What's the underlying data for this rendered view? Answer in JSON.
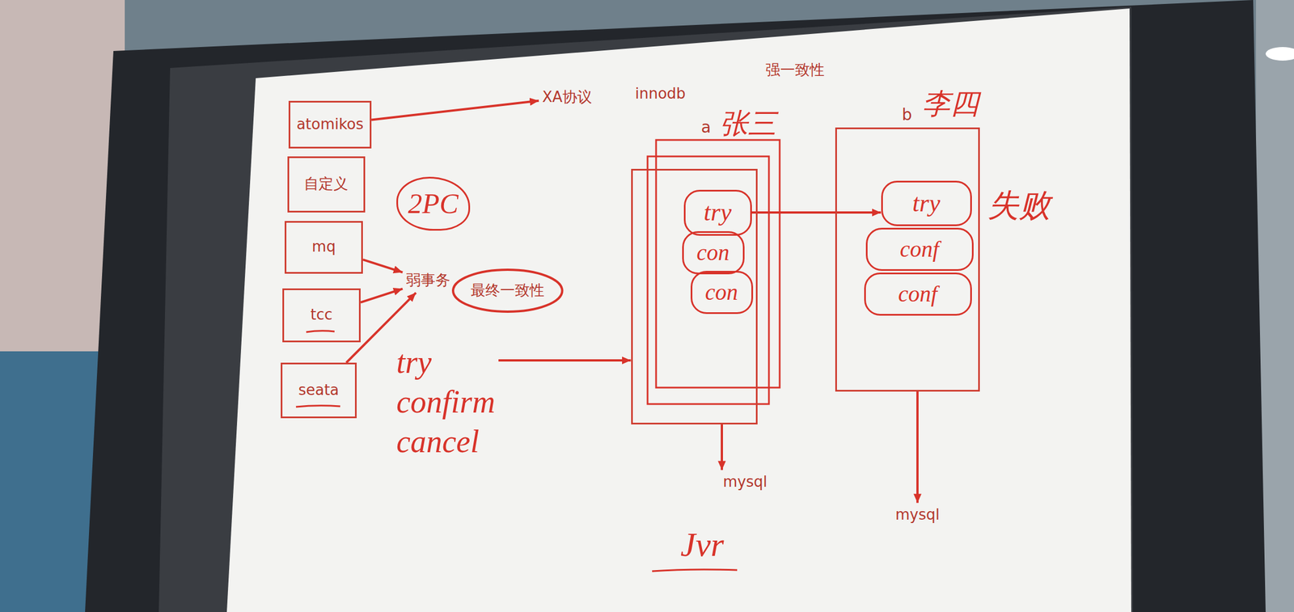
{
  "diagram": {
    "nodes": [
      {
        "text": [
          "atomikos"
        ]
      },
      {
        "text": [
          "XA协议"
        ]
      },
      {
        "text": [
          "自定义"
        ]
      },
      {
        "text": [
          "2PC"
        ]
      },
      {
        "text": [
          "mq"
        ]
      },
      {
        "text": [
          "弱事务"
        ]
      },
      {
        "text": [
          "最终一致性"
        ]
      },
      {
        "text": [
          "tcc"
        ]
      },
      {
        "text": [
          "seata"
        ]
      },
      {
        "text": [
          "try confirm cancel"
        ]
      },
      {
        "text": [
          "a",
          "张三"
        ]
      },
      {
        "text": [
          "try"
        ],
        "in": 10
      },
      {
        "text": [
          "con"
        ],
        "in": 10
      },
      {
        "text": [
          "con"
        ],
        "in": 10
      },
      {
        "text": [
          "mysql"
        ]
      },
      {
        "text": [
          "b",
          "李四"
        ]
      },
      {
        "text": [
          "try"
        ],
        "in": 15
      },
      {
        "text": [
          "conf"
        ],
        "in": 15
      },
      {
        "text": [
          "conf"
        ],
        "in": 15
      },
      {
        "text": [
          "mysql"
        ]
      }
    ],
    "edges": [
      {
        "from": 0,
        "to": 1,
        "arrow": "to"
      },
      {
        "from": 4,
        "to": 5,
        "arrow": "to"
      },
      {
        "from": 7,
        "to": 5,
        "arrow": "to"
      },
      {
        "from": 8,
        "to": 5,
        "arrow": "to"
      },
      {
        "from": 9,
        "to": 10,
        "arrow": "to"
      },
      {
        "from": 11,
        "to": 16,
        "arrow": "to"
      },
      {
        "from": 10,
        "to": 14,
        "arrow": "to"
      },
      {
        "from": 15,
        "to": 19,
        "arrow": "to"
      }
    ],
    "labels": [
      "innodb",
      "强一致性",
      "失败",
      "Jvr"
    ]
  }
}
